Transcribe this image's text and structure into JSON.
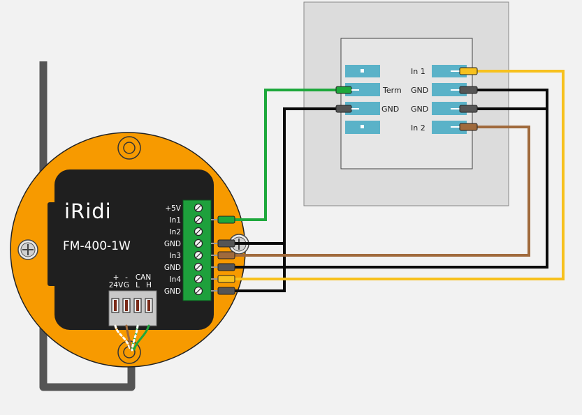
{
  "module": {
    "brand": "iRidi",
    "model": "FM-400-1W",
    "terminals": [
      "+5V",
      "In1",
      "In2",
      "GND",
      "In3",
      "GND",
      "In4",
      "GND"
    ],
    "power_connector": {
      "plus": "+",
      "minus": "-",
      "v24": "24V",
      "g": "G",
      "can": "CAN",
      "l": "L",
      "h": "H"
    }
  },
  "switch": {
    "left_labels": [
      "Term",
      "GND"
    ],
    "right_labels": [
      "In 1",
      "GND",
      "GND",
      "In 2"
    ]
  },
  "colors": {
    "orange": "#f79a00",
    "module_body": "#1f1f1f",
    "terminal_block": "#1ea03c",
    "switch_contact": "#5ab2c8",
    "wire_green": "#1ea83c",
    "wire_black": "#0a0a0a",
    "wire_brown": "#a06a3c",
    "wire_yellow": "#f7c11e"
  }
}
